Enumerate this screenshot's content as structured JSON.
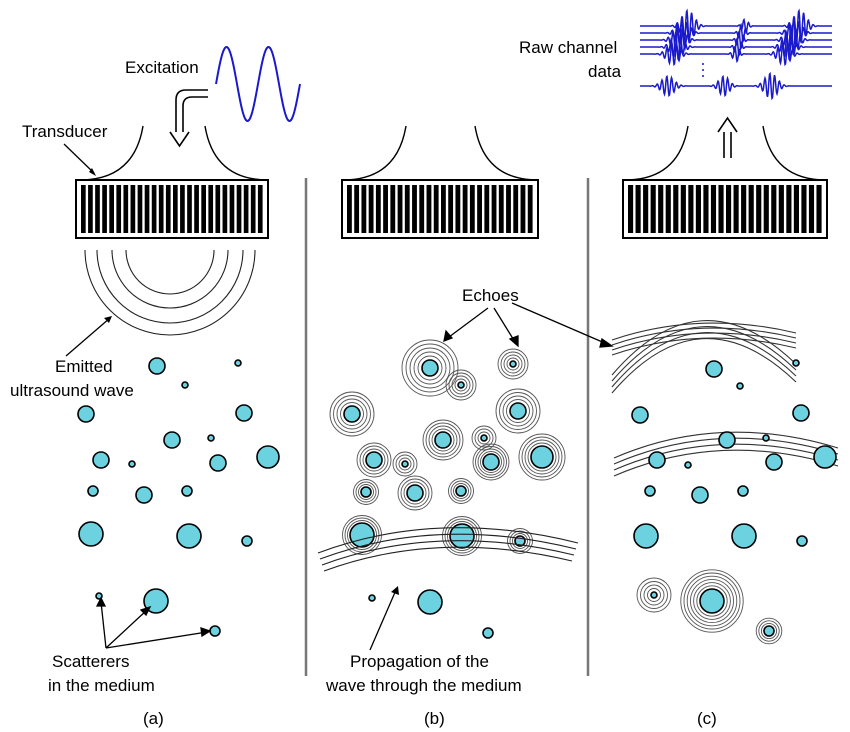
{
  "labels": {
    "excitation": "Excitation",
    "transducer": "Transducer",
    "emitted_line1": "Emitted",
    "emitted_line2": "ultrasound wave",
    "scatterers_line1": "Scatterers",
    "scatterers_line2": "in the medium",
    "echoes": "Echoes",
    "propagation_line1": "Propagation of the",
    "propagation_line2": "wave through the medium",
    "raw_line1": "Raw channel",
    "raw_line2": "data"
  },
  "panels": [
    {
      "id": "a",
      "caption": "(a)"
    },
    {
      "id": "b",
      "caption": "(b)"
    },
    {
      "id": "c",
      "caption": "(c)"
    }
  ],
  "colors": {
    "scatterer_fill": "#6cd2e0",
    "signal": "#1a1acc",
    "ink": "#000000",
    "ring": "#555555",
    "divider": "#777777"
  }
}
